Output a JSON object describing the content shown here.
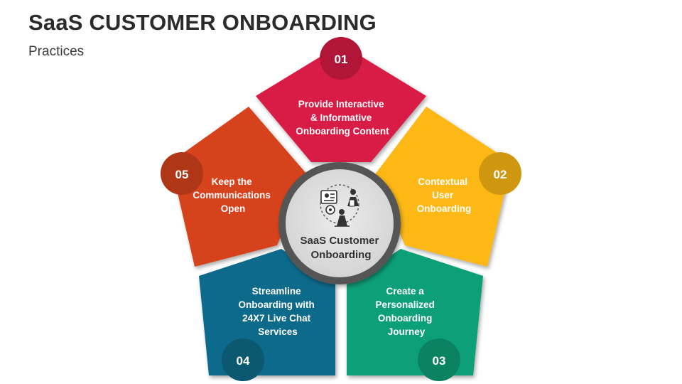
{
  "header": {
    "title": "SaaS CUSTOMER ONBOARDING",
    "subtitle": "Practices"
  },
  "center": {
    "line1": "SaaS Customer",
    "line2": "Onboarding",
    "icon": "onboarding-people-icon"
  },
  "segments": [
    {
      "number": "01",
      "lines": [
        "Provide Interactive",
        "& Informative",
        "Onboarding Content"
      ],
      "color": "#D81B45"
    },
    {
      "number": "02",
      "lines": [
        "Contextual",
        "User",
        "Onboarding"
      ],
      "color": "#FDB813"
    },
    {
      "number": "03",
      "lines": [
        "Create a",
        "Personalized",
        "Onboarding",
        "Journey"
      ],
      "color": "#0E9F77"
    },
    {
      "number": "04",
      "lines": [
        "Streamline",
        "Onboarding with",
        "24X7 Live Chat",
        "Services"
      ],
      "color": "#0F6B8A"
    },
    {
      "number": "05",
      "lines": [
        "Keep the",
        "Communications",
        "Open"
      ],
      "color": "#D6421B"
    }
  ]
}
